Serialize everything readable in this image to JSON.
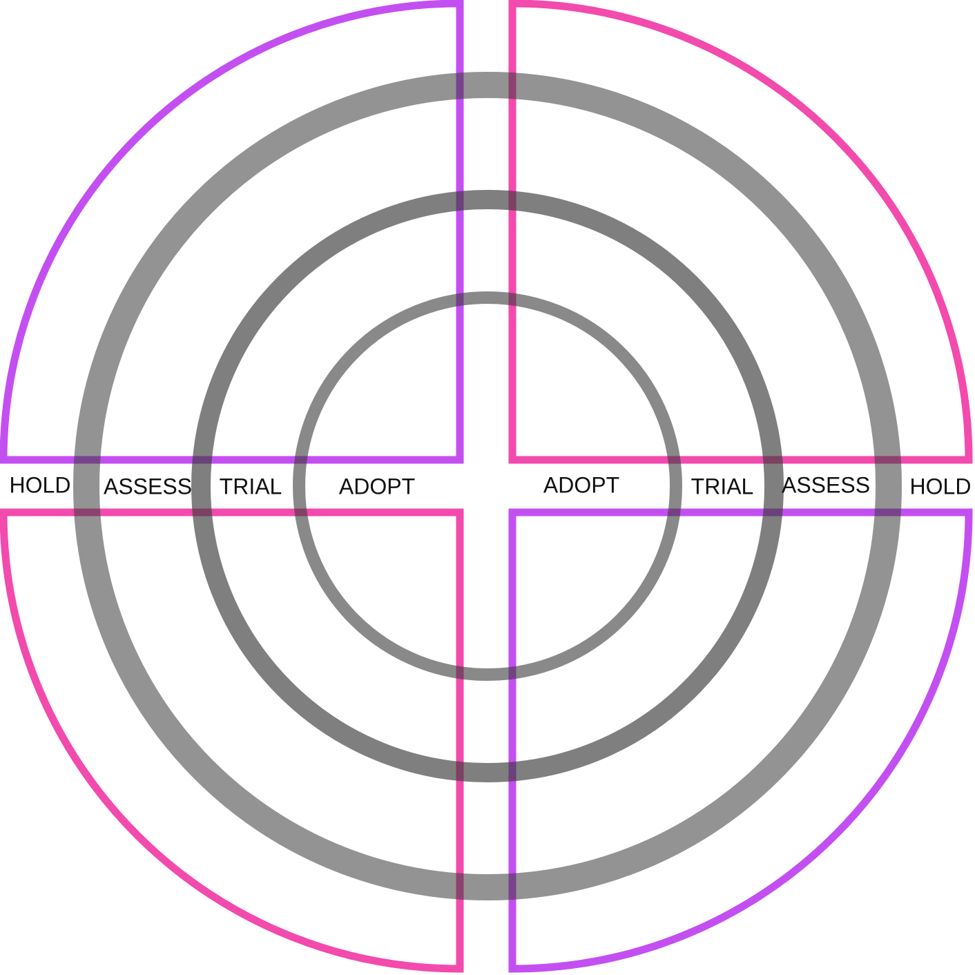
{
  "colors": {
    "purple": "#c34ff1",
    "pink": "#f24aad",
    "ring": "#6b6b6b",
    "label": "#111111",
    "background": "#ffffff"
  },
  "quadrants": [
    {
      "name": "top-left",
      "color": "purple"
    },
    {
      "name": "top-right",
      "color": "pink"
    },
    {
      "name": "bottom-left",
      "color": "pink"
    },
    {
      "name": "bottom-right",
      "color": "purple"
    }
  ],
  "rings": [
    "adopt",
    "trial",
    "assess",
    "hold"
  ],
  "labels": {
    "left": {
      "hold": "HOLD",
      "assess": "ASSESS",
      "trial": "TRIAL",
      "adopt": "ADOPT"
    },
    "right": {
      "adopt": "ADOPT",
      "trial": "TRIAL",
      "assess": "ASSESS",
      "hold": "HOLD"
    }
  }
}
